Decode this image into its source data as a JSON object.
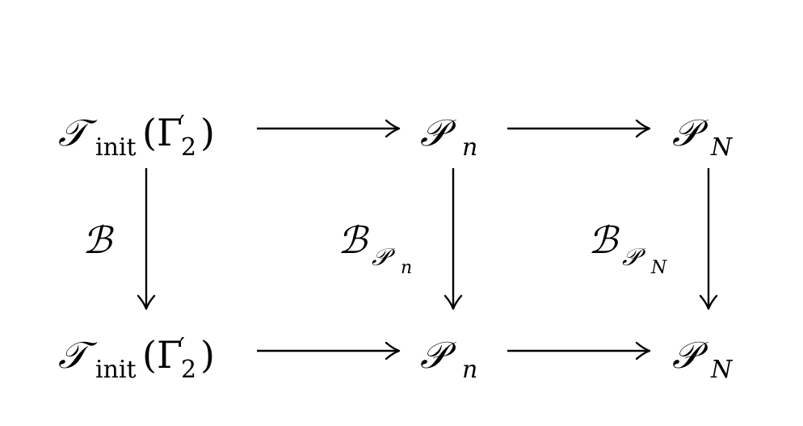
{
  "diagram": {
    "type": "commutative-diagram",
    "nodes": {
      "top_left": {
        "symbol": "𝒯",
        "subscript": "init",
        "argument_open": "(",
        "argument_symbol": "Γ",
        "argument_prime": "′",
        "argument_sub": "2",
        "argument_close": ")"
      },
      "top_mid": {
        "symbol": "𝒫",
        "subscript": "n"
      },
      "top_right": {
        "symbol": "𝒫",
        "subscript": "N"
      },
      "bottom_left": {
        "symbol": "𝒯",
        "subscript": "init",
        "argument_open": "(",
        "argument_symbol": "Γ",
        "argument_prime": "′",
        "argument_sub": "2",
        "argument_close": ")"
      },
      "bottom_mid": {
        "symbol": "𝒫",
        "subscript": "n"
      },
      "bottom_right": {
        "symbol": "𝒫",
        "subscript": "N"
      }
    },
    "arrows": {
      "left_vertical": {
        "label_symbol": "ℬ"
      },
      "mid_vertical": {
        "label_symbol": "ℬ",
        "label_sub_symbol": "𝒫",
        "label_sub_sub": "n"
      },
      "right_vertical": {
        "label_symbol": "ℬ",
        "label_sub_symbol": "𝒫",
        "label_sub_sub": "N"
      }
    }
  }
}
